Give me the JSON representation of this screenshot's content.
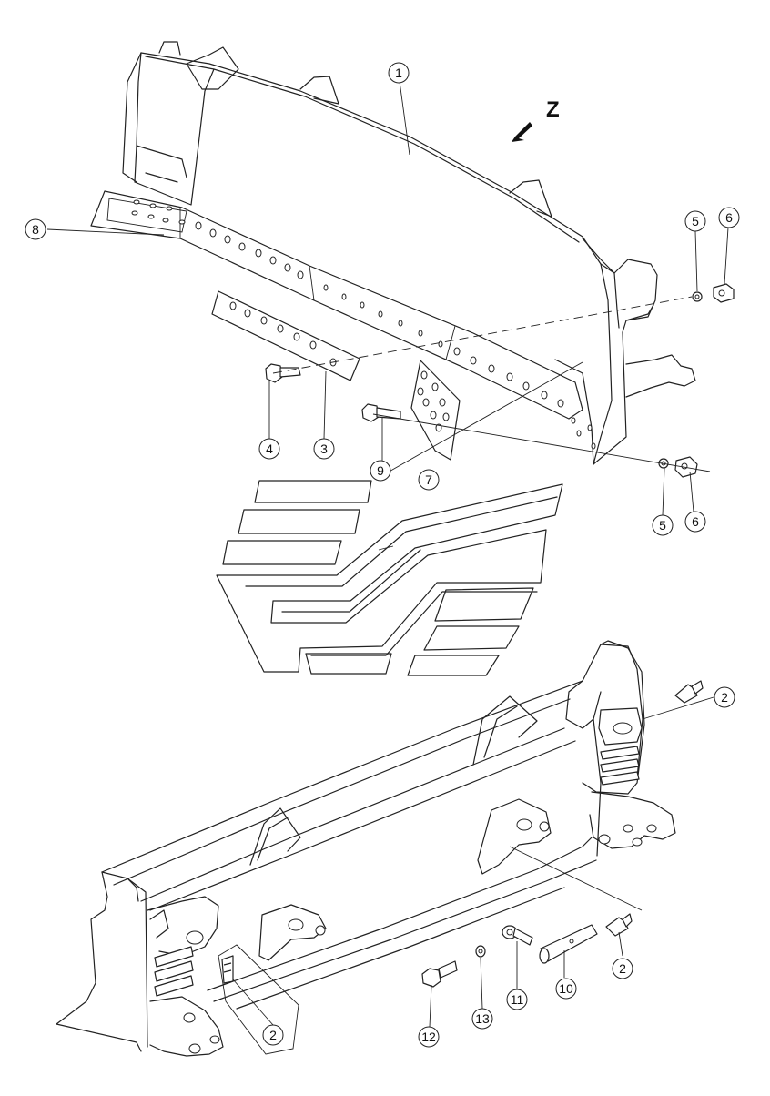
{
  "view": {
    "label": "Z"
  },
  "callouts": [
    {
      "id": "c1",
      "label": "1"
    },
    {
      "id": "c2a",
      "label": "2"
    },
    {
      "id": "c2b",
      "label": "2"
    },
    {
      "id": "c2c",
      "label": "2"
    },
    {
      "id": "c3",
      "label": "3"
    },
    {
      "id": "c4",
      "label": "4"
    },
    {
      "id": "c5a",
      "label": "5"
    },
    {
      "id": "c5b",
      "label": "5"
    },
    {
      "id": "c6a",
      "label": "6"
    },
    {
      "id": "c6b",
      "label": "6"
    },
    {
      "id": "c7",
      "label": "7"
    },
    {
      "id": "c8",
      "label": "8"
    },
    {
      "id": "c9",
      "label": "9"
    },
    {
      "id": "c10",
      "label": "10"
    },
    {
      "id": "c11",
      "label": "11"
    },
    {
      "id": "c12",
      "label": "12"
    },
    {
      "id": "c13",
      "label": "13"
    }
  ]
}
